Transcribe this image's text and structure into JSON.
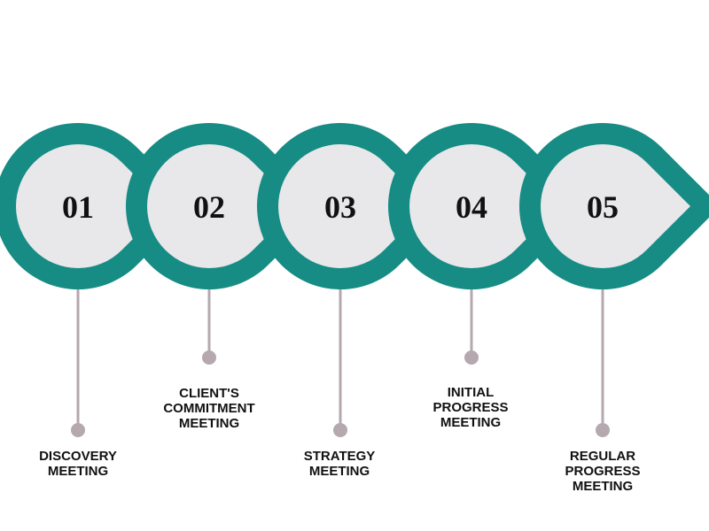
{
  "colors": {
    "ring": "#168c84",
    "fill": "#e8e7ea",
    "connector": "#b5a8ae",
    "text": "#111111"
  },
  "steps": [
    {
      "number": "01",
      "label": "DISCOVERY\nMEETING"
    },
    {
      "number": "02",
      "label": "CLIENT'S\nCOMMITMENT\nMEETING"
    },
    {
      "number": "03",
      "label": "STRATEGY\nMEETING"
    },
    {
      "number": "04",
      "label": "INITIAL\nPROGRESS\nMEETING"
    },
    {
      "number": "05",
      "label": "REGULAR\nPROGRESS\nMEETING"
    }
  ]
}
